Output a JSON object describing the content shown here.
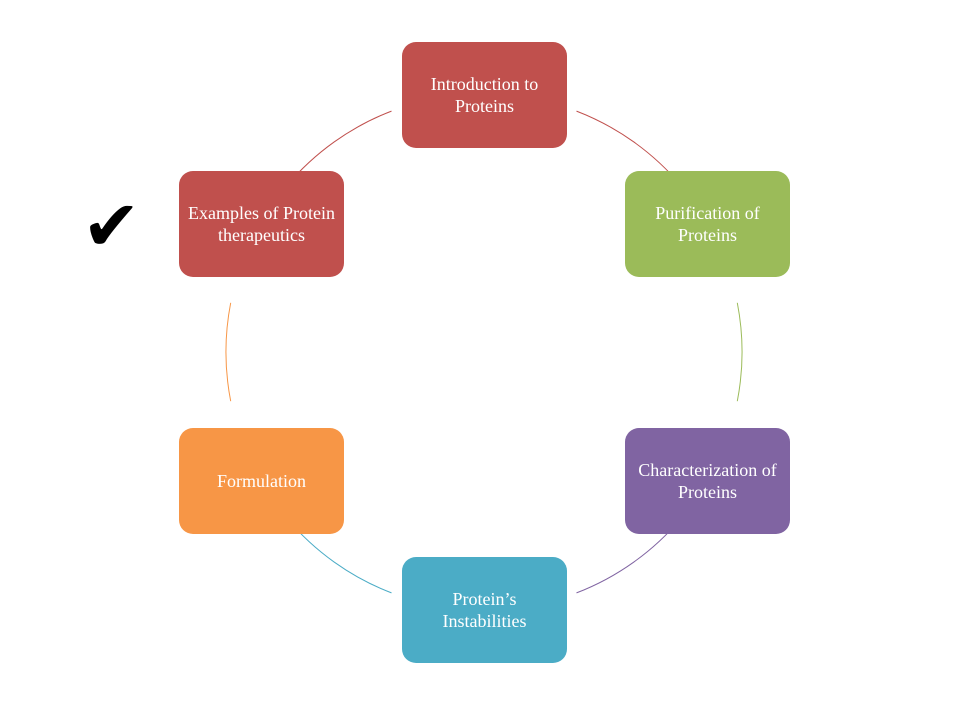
{
  "diagram": {
    "type": "cycle",
    "nodes": [
      {
        "id": "introduction",
        "label": "Introduction to Proteins",
        "color": "#c0504d"
      },
      {
        "id": "purification",
        "label": "Purification of Proteins",
        "color": "#9bbb59"
      },
      {
        "id": "characterization",
        "label": "Characterization of Proteins",
        "color": "#8064a2"
      },
      {
        "id": "instabilities",
        "label": "Protein’s Instabilities",
        "color": "#4bacc6"
      },
      {
        "id": "formulation",
        "label": "Formulation",
        "color": "#f79646"
      },
      {
        "id": "examples",
        "label": "Examples of Protein therapeutics",
        "color": "#c0504d"
      }
    ],
    "checkmark": {
      "glyph": "✔",
      "marks_node": "examples"
    }
  }
}
